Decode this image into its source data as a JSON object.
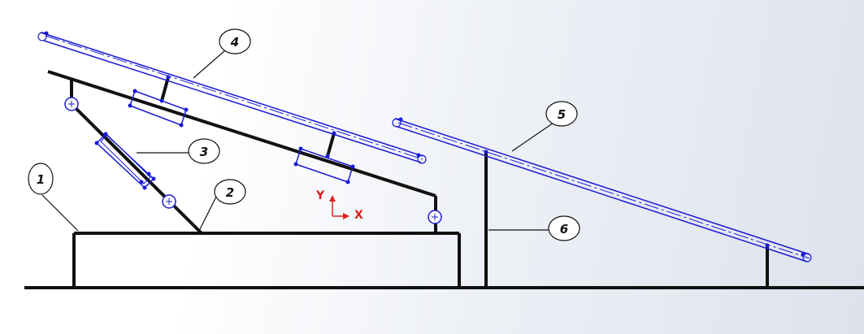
{
  "callouts": [
    {
      "id": "1",
      "label": "1"
    },
    {
      "id": "2",
      "label": "2"
    },
    {
      "id": "3",
      "label": "3"
    },
    {
      "id": "4",
      "label": "4"
    },
    {
      "id": "5",
      "label": "5"
    },
    {
      "id": "6",
      "label": "6"
    }
  ],
  "axis": {
    "x_label": "X",
    "y_label": "Y"
  },
  "colors": {
    "structure": "#111111",
    "selected": "#1a1ad6",
    "axis_x": "#e02020",
    "axis_y": "#e02020",
    "background": "#ffffff"
  }
}
